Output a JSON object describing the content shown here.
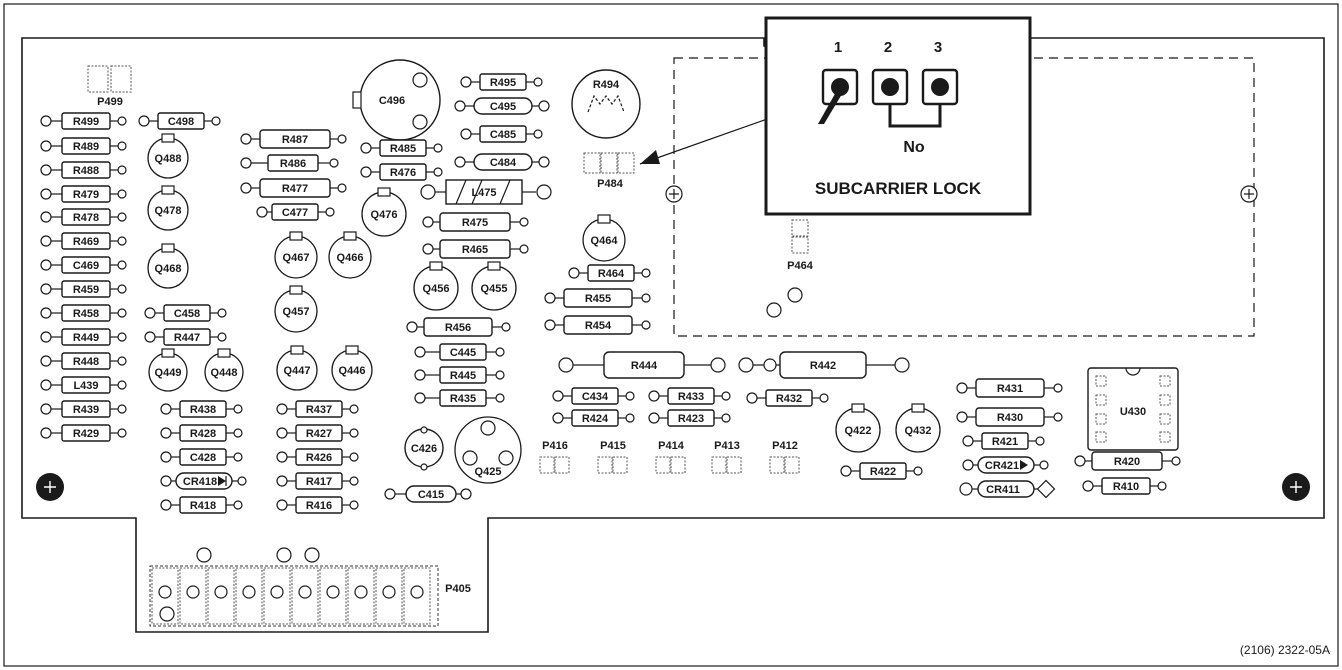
{
  "figure_number": "(2106)  2322-05A",
  "callout": {
    "title": "SUBCARRIER LOCK",
    "pin_labels": [
      "1",
      "2",
      "3"
    ],
    "jumper_label": "No"
  },
  "connectors": {
    "p499": "P499",
    "p484": "P484",
    "p464": "P464",
    "p405": "P405",
    "p416": "P416",
    "p415": "P415",
    "p414": "P414",
    "p413": "P413",
    "p412": "P412"
  },
  "components": {
    "col1": [
      "R499",
      "R489",
      "R488",
      "R479",
      "R478",
      "R469",
      "C469",
      "R459",
      "R458",
      "R449",
      "R448",
      "L439",
      "R439",
      "R429"
    ],
    "c498": "C498",
    "c458": "C458",
    "r447": "R447",
    "lower_a": [
      "R438",
      "R428",
      "C428",
      "CR418",
      "R418"
    ],
    "mid1": [
      "R487",
      "R486",
      "R477",
      "C477"
    ],
    "lower_b": [
      "R437",
      "R427",
      "R426",
      "R417",
      "R416"
    ],
    "mid2": [
      "R485",
      "R476"
    ],
    "c496": "C496",
    "top3": [
      "R495",
      "C495",
      "C485",
      "C484"
    ],
    "l475": "L475",
    "mid3": [
      "R475",
      "R465",
      "R456",
      "C445",
      "R445",
      "R435"
    ],
    "c426": "C426",
    "c415": "C415",
    "r494": "R494",
    "right_mid": [
      "R464",
      "R455",
      "R454"
    ],
    "r444": "R444",
    "r442": "R442",
    "c434": "C434",
    "r433": "R433",
    "r424": "R424",
    "r423": "R423",
    "r432": "R432",
    "r431": "R431",
    "r430": "R430",
    "r421": "R421",
    "cr421": "CR421",
    "cr411": "CR411",
    "r422": "R422",
    "r420": "R420",
    "r410": "R410",
    "u430": "U430"
  },
  "transistors": {
    "q488": "Q488",
    "q478": "Q478",
    "q468": "Q468",
    "q449": "Q449",
    "q448": "Q448",
    "q467": "Q467",
    "q466": "Q466",
    "q457": "Q457",
    "q447": "Q447",
    "q446": "Q446",
    "q476": "Q476",
    "q456": "Q456",
    "q455": "Q455",
    "q425": "Q425",
    "q464": "Q464",
    "q422": "Q422",
    "q432": "Q432"
  }
}
